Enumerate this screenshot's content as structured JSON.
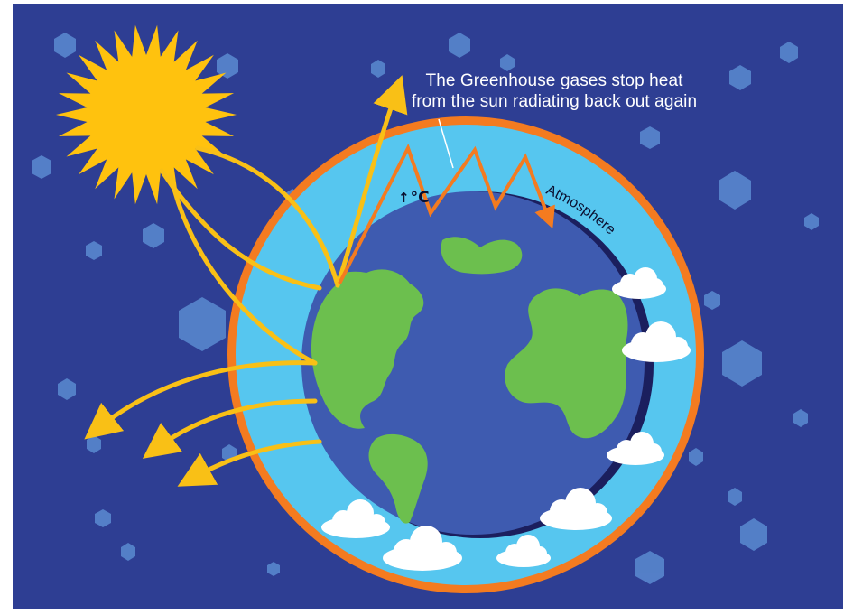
{
  "caption": {
    "line1": "The Greenhouse gases stop heat",
    "line2": "from the sun radiating back out again"
  },
  "atmosphere_label": "Atmosphere",
  "temperature": {
    "symbol": "↑",
    "unit": "°C"
  },
  "colors": {
    "background": "#2e3e93",
    "sun": "#ffc20e",
    "atmosphere": "#56c6ef",
    "atmosphere_border": "#f47b20",
    "ocean": "#3e5bb0",
    "land": "#6cbf4e",
    "heat_arrow": "#f47b20",
    "sunlight_arrow": "#f9c016",
    "cloud": "#ffffff",
    "hexagon": "#5a8bd1"
  },
  "icons": {
    "sun": "sun-icon",
    "earth": "earth-icon",
    "cloud": "cloud-icon",
    "hexagon": "hexagon-particle-icon"
  }
}
